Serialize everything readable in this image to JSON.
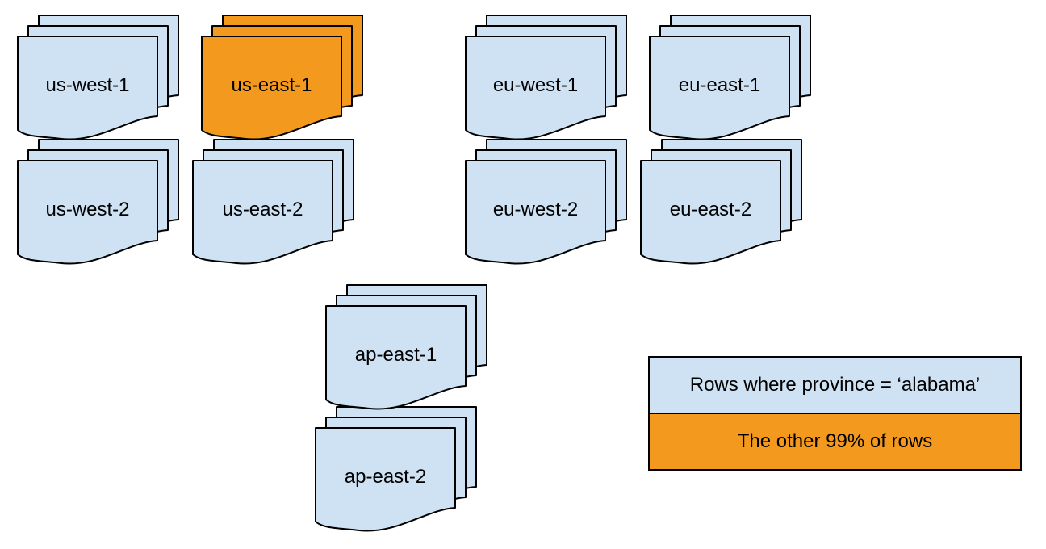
{
  "diagram": {
    "colors": {
      "light_blue": "#cfe2f3",
      "orange": "#f2991e",
      "stroke": "#000000",
      "background": "#ffffff"
    },
    "stacks": [
      {
        "label": "us-west-1",
        "variant": "blue"
      },
      {
        "label": "us-east-1",
        "variant": "orange"
      },
      {
        "label": "eu-west-1",
        "variant": "blue"
      },
      {
        "label": "eu-east-1",
        "variant": "blue"
      },
      {
        "label": "us-west-2",
        "variant": "blue"
      },
      {
        "label": "us-east-2",
        "variant": "blue"
      },
      {
        "label": "eu-west-2",
        "variant": "blue"
      },
      {
        "label": "eu-east-2",
        "variant": "blue"
      },
      {
        "label": "ap-east-1",
        "variant": "blue"
      },
      {
        "label": "ap-east-2",
        "variant": "blue"
      }
    ],
    "legend": {
      "items": [
        {
          "label": "Rows where province = ‘alabama’",
          "variant": "blue"
        },
        {
          "label": "The other 99% of rows",
          "variant": "orange"
        }
      ]
    }
  }
}
